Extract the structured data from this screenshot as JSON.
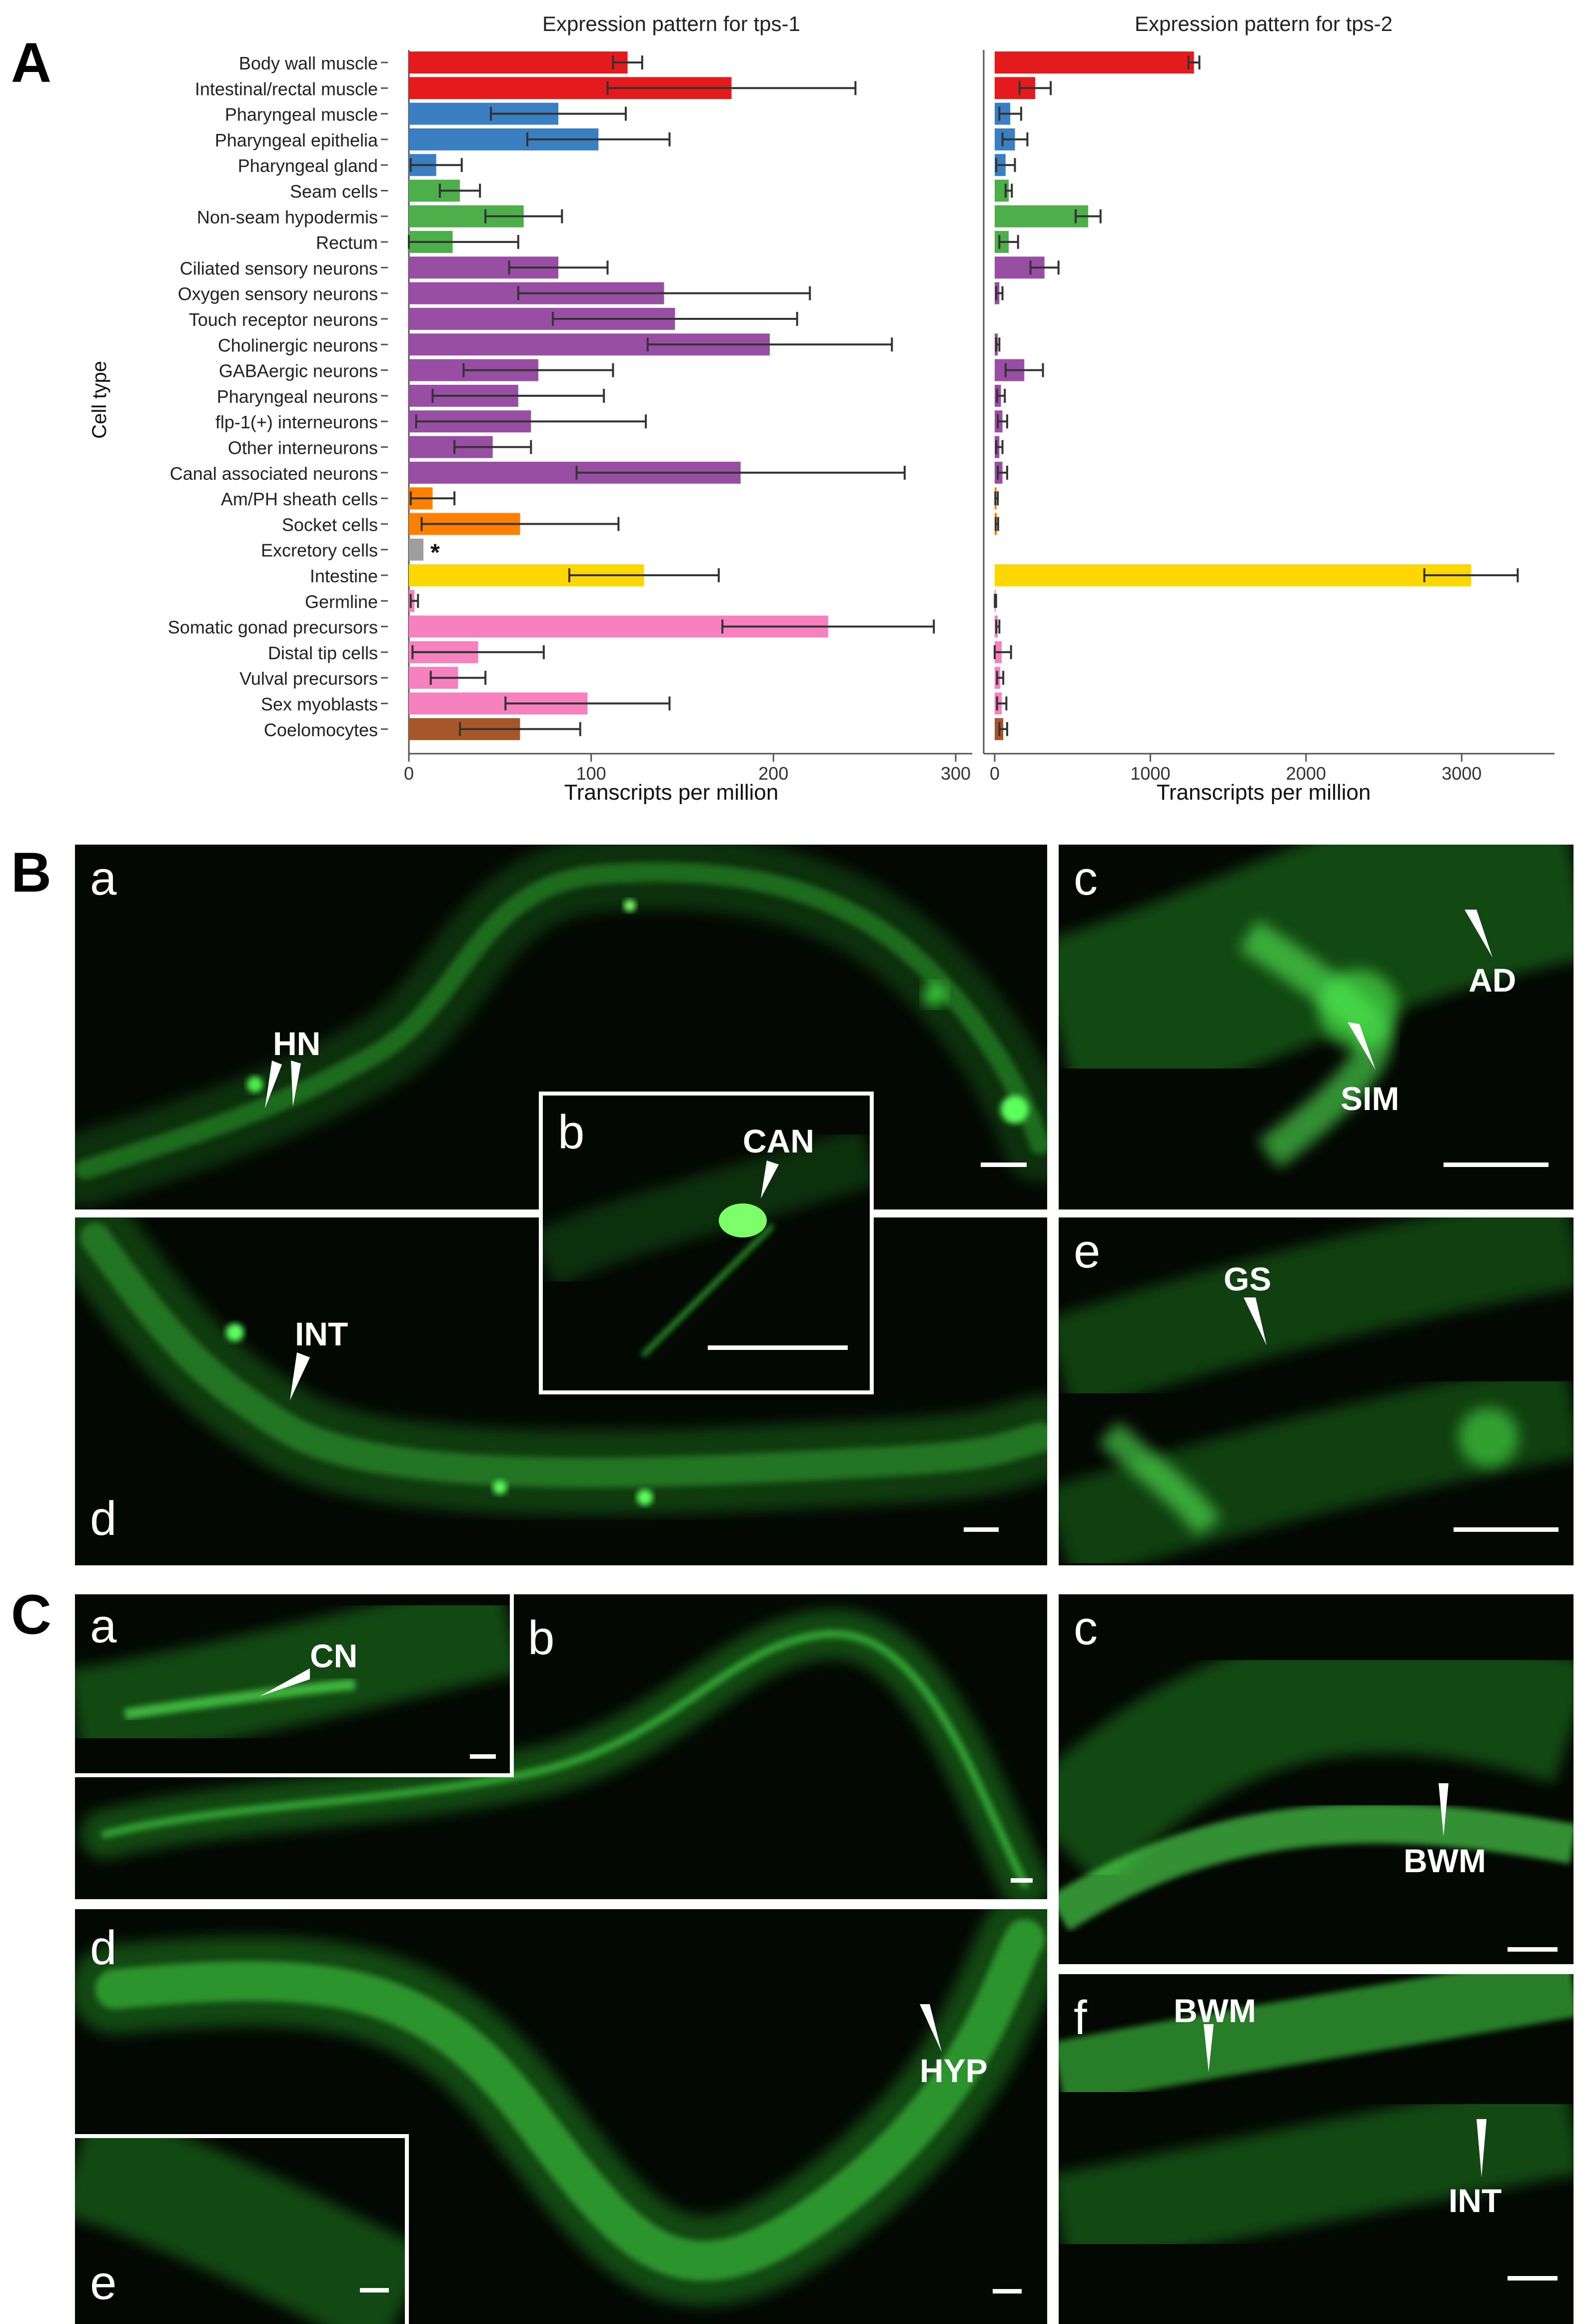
{
  "panels": {
    "A": "A",
    "B": "B",
    "C": "C"
  },
  "chart_common": {
    "ylabel": "Cell type",
    "xlabel": "Transcripts per million",
    "categories": [
      "Body wall muscle",
      "Intestinal/rectal muscle",
      "Pharyngeal muscle",
      "Pharyngeal epithelia",
      "Pharyngeal gland",
      "Seam cells",
      "Non-seam hypodermis",
      "Rectum",
      "Ciliated sensory neurons",
      "Oxygen sensory neurons",
      "Touch receptor neurons",
      "Cholinergic neurons",
      "GABAergic neurons",
      "Pharyngeal neurons",
      "flp-1(+) interneurons",
      "Other interneurons",
      "Canal associated neurons",
      "Am/PH sheath cells",
      "Socket cells",
      "Excretory cells",
      "Intestine",
      "Germline",
      "Somatic gonad precursors",
      "Distal tip cells",
      "Vulval precursors",
      "Sex myoblasts",
      "Coelomocytes"
    ],
    "category_colors": [
      "#e41a1c",
      "#e41a1c",
      "#3a7fc2",
      "#3a7fc2",
      "#3a7fc2",
      "#4daf4a",
      "#4daf4a",
      "#4daf4a",
      "#984ea3",
      "#984ea3",
      "#984ea3",
      "#984ea3",
      "#984ea3",
      "#984ea3",
      "#984ea3",
      "#984ea3",
      "#984ea3",
      "#ff7f00",
      "#ff7f00",
      "#9e9e9e",
      "#ffd700",
      "#f781bf",
      "#f781bf",
      "#f781bf",
      "#f781bf",
      "#f781bf",
      "#a65628"
    ]
  },
  "chart_data": [
    {
      "type": "bar",
      "orientation": "horizontal",
      "title": "Expression pattern for tps-1",
      "xlabel": "Transcripts per million",
      "ylabel": "Cell type",
      "xlim": [
        0,
        300
      ],
      "xticks": [
        0,
        100,
        200,
        300
      ],
      "values": [
        120,
        177,
        82,
        104,
        15,
        28,
        63,
        24,
        82,
        140,
        146,
        198,
        71,
        60,
        67,
        46,
        182,
        13,
        61,
        8,
        129,
        3,
        230,
        38,
        27,
        98,
        61
      ],
      "error": [
        8,
        68,
        37,
        39,
        14,
        11,
        21,
        36,
        27,
        80,
        67,
        67,
        41,
        47,
        63,
        21,
        90,
        12,
        54,
        0,
        41,
        2,
        58,
        36,
        15,
        45,
        33
      ],
      "annotations": [
        {
          "category": "Excretory cells",
          "text": "*"
        }
      ]
    },
    {
      "type": "bar",
      "orientation": "horizontal",
      "title": "Expression pattern for tps-2",
      "xlabel": "Transcripts per million",
      "ylabel": "",
      "xlim": [
        0,
        3500
      ],
      "xticks": [
        0,
        1000,
        2000,
        3000
      ],
      "values": [
        1280,
        260,
        100,
        130,
        70,
        90,
        600,
        90,
        320,
        30,
        0,
        20,
        190,
        40,
        50,
        30,
        50,
        12,
        14,
        0,
        3060,
        5,
        20,
        45,
        35,
        45,
        55
      ],
      "error": [
        35,
        100,
        70,
        80,
        60,
        20,
        80,
        60,
        90,
        20,
        0,
        10,
        120,
        25,
        30,
        20,
        30,
        8,
        8,
        0,
        300,
        4,
        10,
        60,
        20,
        30,
        25
      ]
    }
  ],
  "panel_B": {
    "a": {
      "letter": "a",
      "labels": [
        "HN"
      ]
    },
    "b": {
      "letter": "b",
      "labels": [
        "CAN"
      ]
    },
    "c": {
      "letter": "c",
      "labels": [
        "AD",
        "SIM"
      ]
    },
    "d": {
      "letter": "d",
      "labels": [
        "INT"
      ]
    },
    "e": {
      "letter": "e",
      "labels": [
        "GS"
      ]
    }
  },
  "panel_C": {
    "a": {
      "letter": "a",
      "labels": [
        "CN"
      ]
    },
    "b": {
      "letter": "b"
    },
    "c": {
      "letter": "c",
      "labels": [
        "BWM"
      ]
    },
    "d": {
      "letter": "d",
      "labels": [
        "HYP"
      ]
    },
    "e": {
      "letter": "e"
    },
    "f": {
      "letter": "f",
      "labels": [
        "BWM",
        "INT"
      ]
    }
  },
  "colors": {
    "microscopy_background": "#030803",
    "fluorescence": "#33d633",
    "fluorescence_bright": "#7dff6a",
    "border": "#ffffff"
  }
}
